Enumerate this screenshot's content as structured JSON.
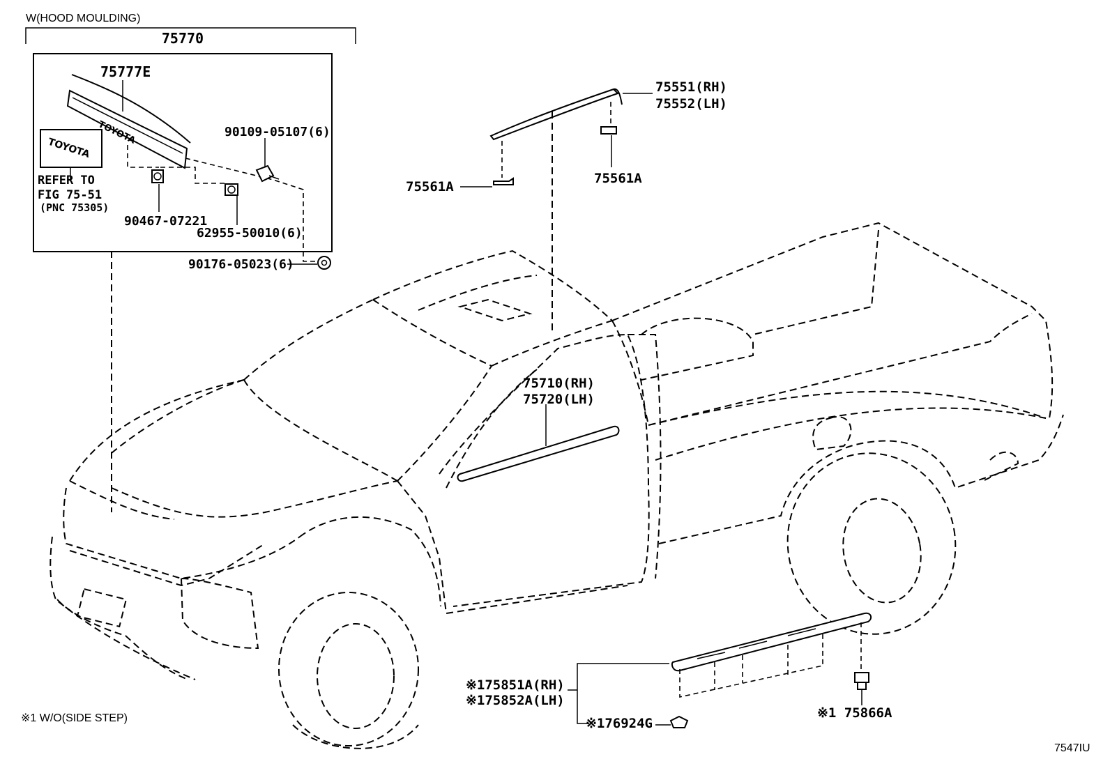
{
  "header": {
    "variant": "W(HOOD MOULDING)",
    "assembly_number": "75770"
  },
  "parts": {
    "hood_moulding": "75777E",
    "emblem_logo": "TOYOTA",
    "refer_to_line1": "REFER TO",
    "refer_to_line2": "FIG 75-51",
    "refer_to_line3": "(PNC 75305)",
    "bolt_top": "90109-05107(6)",
    "clip_a": "90467-07221",
    "clip_b": "62955-50010(6)",
    "nut": "90176-05023(6)",
    "roof_drip_rh": "75551(RH)",
    "roof_drip_lh": "75552(LH)",
    "clip_roof_left": "75561A",
    "clip_roof_right": "75561A",
    "belt_moulding_rh": "75710(RH)",
    "belt_moulding_lh": "75720(LH)",
    "rocker_rh": "※175851A(RH)",
    "rocker_lh": "※175852A(LH)",
    "rocker_clip": "※176924G",
    "rocker_nut": "※1 75866A"
  },
  "footnote": "※1 W/O(SIDE STEP)",
  "diagram_id": "7547IU"
}
